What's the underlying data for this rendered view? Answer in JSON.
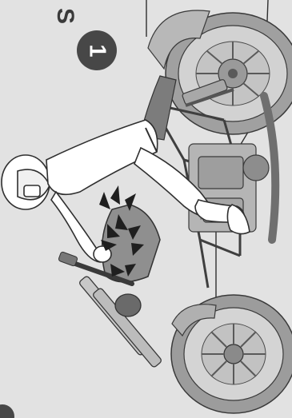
{
  "heading": {
    "fragment": "S"
  },
  "step": {
    "number": "1"
  },
  "colors": {
    "background": "#e2e2e2",
    "badge": "#474747",
    "line": "#2f2f2f",
    "bike_body": "#9d9d9d",
    "tire": "#8a8a8a"
  },
  "icons": [
    "motorcycle-illustration",
    "rider-helmet-icon",
    "tire-press-arrows-icon"
  ]
}
